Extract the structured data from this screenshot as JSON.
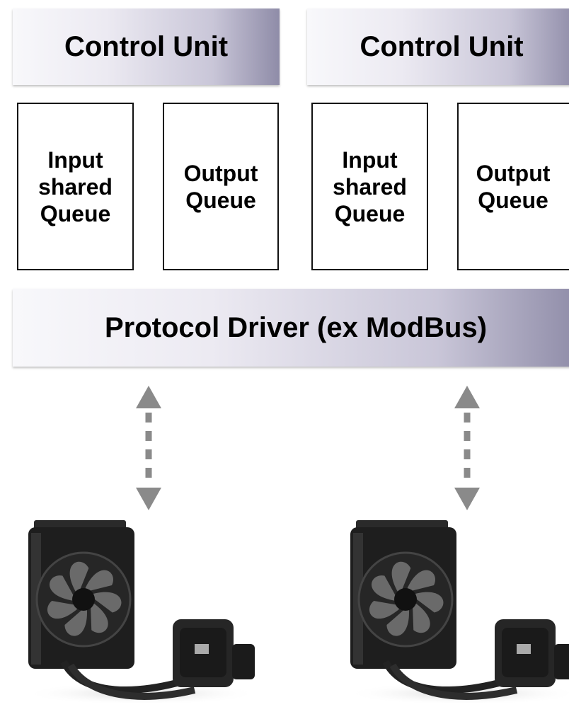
{
  "control_units": [
    {
      "label": "Control Unit"
    },
    {
      "label": "Control Unit"
    }
  ],
  "queues": [
    {
      "label": "Input\nshared\nQueue"
    },
    {
      "label": "Output\nQueue"
    },
    {
      "label": "Input\nshared\nQueue"
    },
    {
      "label": "Output\nQueue"
    }
  ],
  "protocol_driver": {
    "label": "Protocol Driver (ex ModBus)"
  },
  "connections": [
    {
      "type": "bidirectional-dashed-arrow",
      "icon": "double-arrow-icon"
    },
    {
      "type": "bidirectional-dashed-arrow",
      "icon": "double-arrow-icon"
    }
  ],
  "devices": [
    {
      "icon": "liquid-cooler-device-icon"
    },
    {
      "icon": "liquid-cooler-device-icon"
    }
  ],
  "colors": {
    "bar_light": "#f8f8fb",
    "bar_dark": "#8f8ca8",
    "arrow": "#8a8a8a"
  }
}
